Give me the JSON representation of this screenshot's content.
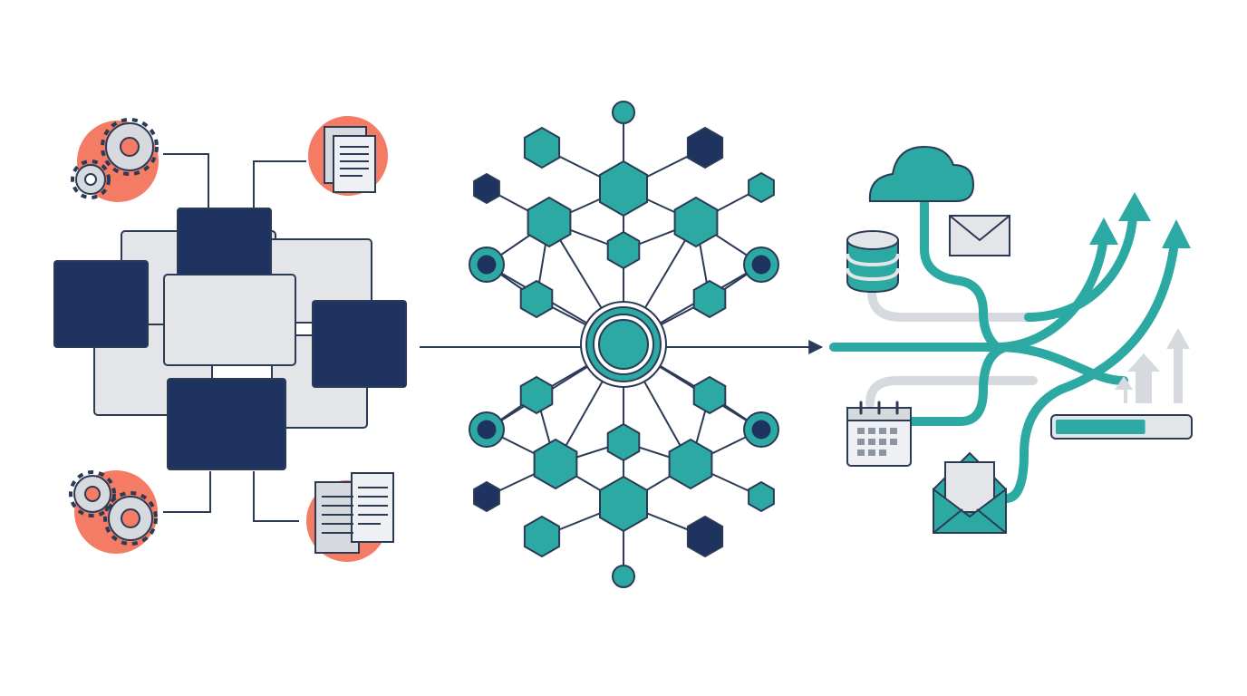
{
  "colors": {
    "navy": "#1e3360",
    "teal": "#2ca9a3",
    "coral": "#f47c64",
    "light_gray": "#e3e5e9",
    "outline": "#2b3a55",
    "connector_gray": "#d6d9de",
    "background": "#ffffff"
  },
  "sections": {
    "left": {
      "label": "",
      "icons": [
        "gears-icon",
        "documents-icon",
        "gears-icon",
        "documents-icon"
      ],
      "window_count": 9
    },
    "middle": {
      "label": "",
      "node_shape": "hexagon",
      "hub": "concentric-circle"
    },
    "right": {
      "label": "",
      "icons": [
        "cloud-icon",
        "envelope-icon",
        "database-icon",
        "calendar-icon",
        "open-envelope-icon",
        "upward-arrows-icon"
      ],
      "stream_count": 3,
      "progress_fraction": 0.68
    }
  },
  "flow_arrows": [
    "left-to-middle",
    "middle-to-right"
  ]
}
